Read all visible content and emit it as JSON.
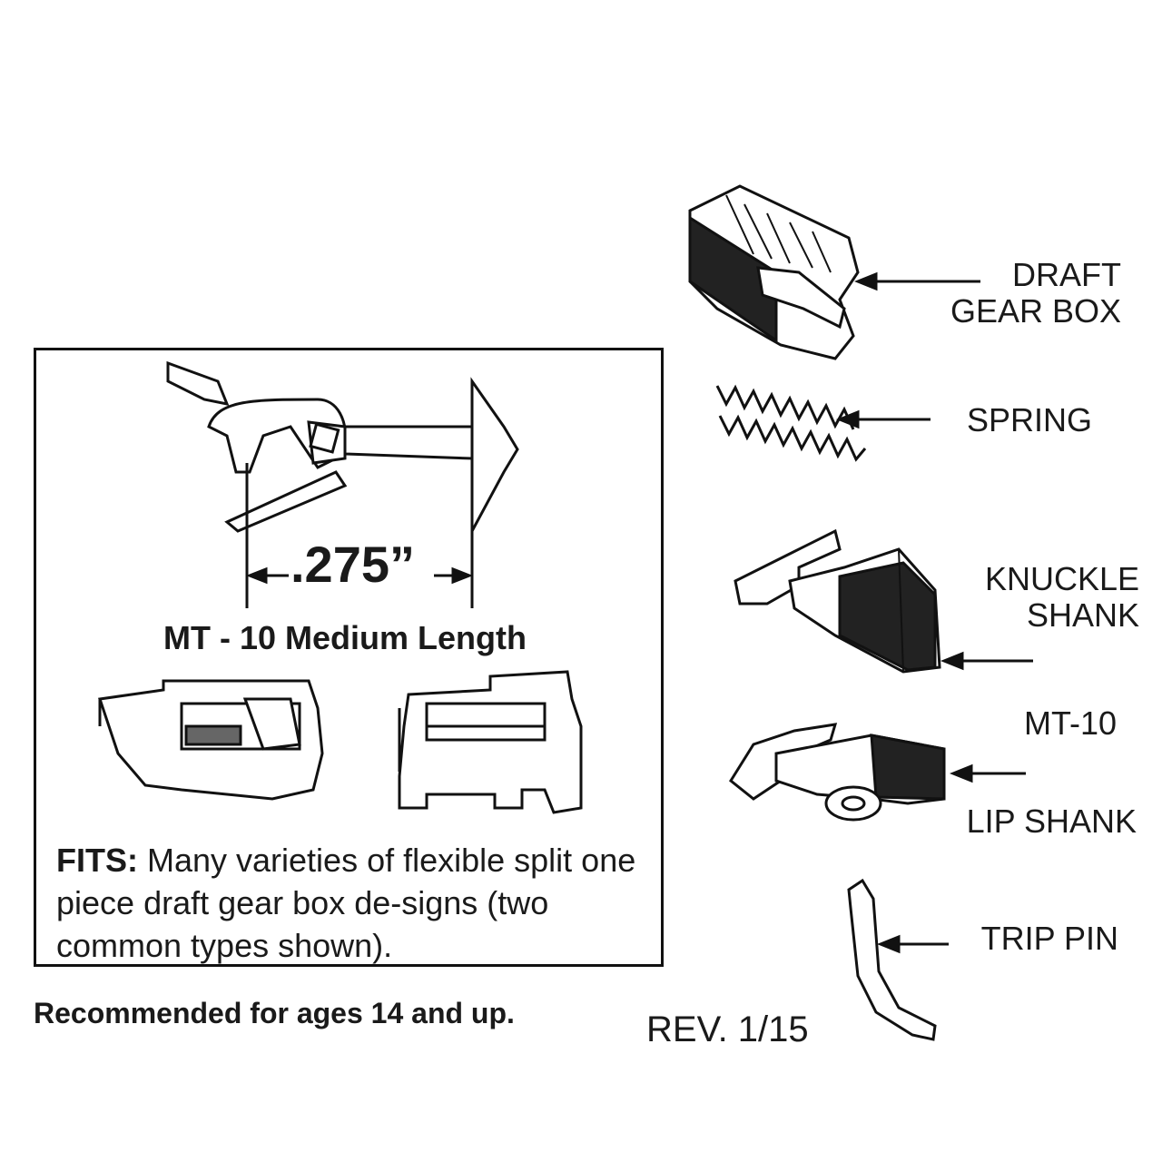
{
  "inset": {
    "dimension": ".275”",
    "model_title": "MT - 10 Medium Length",
    "fits_label": "FITS:",
    "fits_text": " Many varieties of flexible split one piece draft gear box de-signs (two common types shown)."
  },
  "parts": {
    "draft_gear_box": [
      "DRAFT",
      "GEAR BOX"
    ],
    "spring": "SPRING",
    "knuckle_shank": [
      "KNUCKLE",
      "SHANK"
    ],
    "mt10": "MT-10",
    "lip_shank": "LIP SHANK",
    "trip_pin": "TRIP PIN"
  },
  "footer": {
    "age_note": "Recommended for ages 14 and up.",
    "revision": "REV. 1/15"
  },
  "colors": {
    "ink": "#111111",
    "background": "#ffffff"
  }
}
